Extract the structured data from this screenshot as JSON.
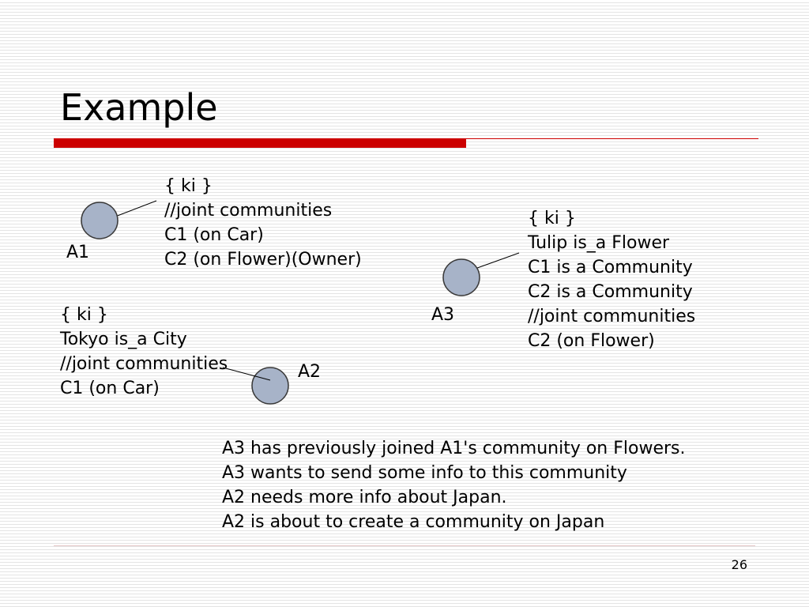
{
  "slide": {
    "title": "Example",
    "page_number": "26",
    "accent_color": "#cc0000"
  },
  "agents": [
    {
      "id": "A1",
      "label": "A1",
      "node_color": "#a7b3c8",
      "knowledge": [
        "{ ki }",
        "//joint communities",
        "C1 (on Car)",
        "C2 (on Flower)(Owner)"
      ]
    },
    {
      "id": "A2",
      "label": "A2",
      "node_color": "#a7b3c8",
      "knowledge": [
        "{ ki }",
        "Tokyo is_a City",
        "//joint communities",
        "C1 (on Car)"
      ]
    },
    {
      "id": "A3",
      "label": "A3",
      "node_color": "#a7b3c8",
      "knowledge": [
        "{ ki }",
        "Tulip is_a Flower",
        "C1 is a Community",
        "C2 is a Community",
        "//joint communities",
        "C2 (on Flower)"
      ]
    }
  ],
  "notes": [
    "A3 has previously joined A1's community on Flowers.",
    "A3 wants to send some info to this community",
    "A2 needs more info about Japan.",
    "A2 is about to create a community on Japan"
  ]
}
